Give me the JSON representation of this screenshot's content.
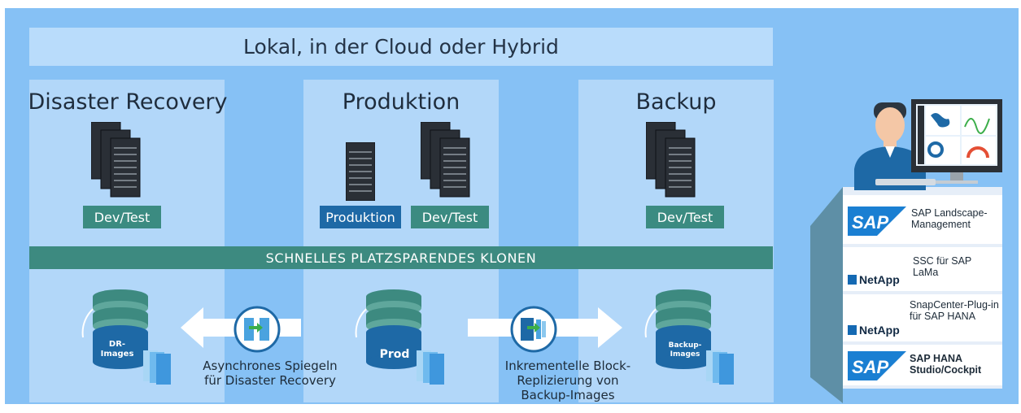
{
  "title": "Lokal, in der Cloud oder Hybrid",
  "columns": {
    "dr": {
      "title": "Disaster Recovery",
      "tag": "Dev/Test"
    },
    "prod": {
      "title": "Produktion",
      "tag_prod": "Produktion",
      "tag_dev": "Dev/Test"
    },
    "backup": {
      "title": "Backup",
      "tag": "Dev/Test"
    }
  },
  "band": "SCHNELLES PLATZSPARENDES KLONEN",
  "databases": {
    "dr": "DR-Images",
    "prod": "Prod",
    "backup": "Backup-Images"
  },
  "flows": {
    "async_mirror": "Asynchrones Spiegeln für Disaster Recovery",
    "block_replication": "Inkrementelle Block-Replizierung von Backup-Images"
  },
  "tools": [
    {
      "brand": "SAP",
      "label": "SAP Landscape-Management"
    },
    {
      "brand": "NetApp",
      "label": "SSC für SAP LaMa"
    },
    {
      "brand": "NetApp",
      "label": "SnapCenter-Plug-in für SAP HANA"
    },
    {
      "brand": "SAP",
      "label": "SAP HANA Studio/Cockpit"
    }
  ],
  "colors": {
    "background": "#86c1f5",
    "panel": "#b2d7f9",
    "teal": "#3d8a80",
    "blue": "#1e69a6",
    "sap_blue": "#1a7fd2",
    "netapp_blue": "#1469b3"
  }
}
